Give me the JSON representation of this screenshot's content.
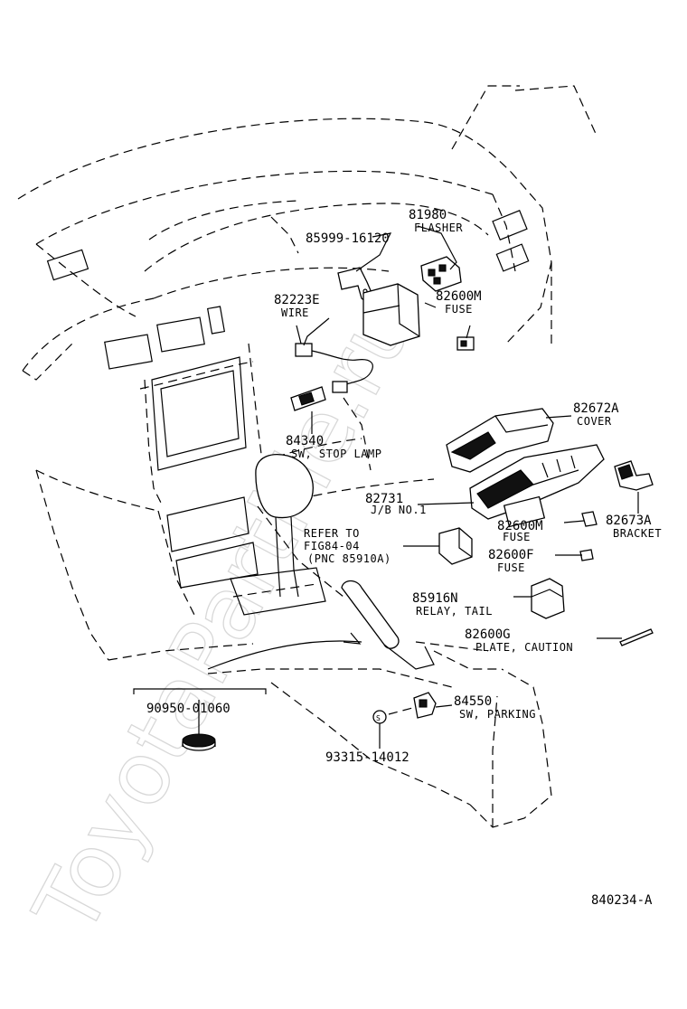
{
  "diagram_code": "840234-A",
  "watermark": "ToyotaPartMe.ru",
  "parts": {
    "flasher": {
      "number": "81980",
      "name": "FLASHER"
    },
    "bracket_a": {
      "number": "85999-16120",
      "name": ""
    },
    "wire": {
      "number": "82223E",
      "name": "WIRE"
    },
    "fuse_m1": {
      "number": "82600M",
      "name": "FUSE"
    },
    "stop_sw": {
      "number": "84340",
      "name": "SW, STOP LAMP"
    },
    "cover": {
      "number": "82672A",
      "name": "COVER"
    },
    "jb": {
      "number": "82731",
      "name": "J/B NO.1"
    },
    "bracket": {
      "number": "82673A",
      "name": "BRACKET"
    },
    "fuse_m2": {
      "number": "82600M",
      "name": "FUSE"
    },
    "fuse_f": {
      "number": "82600F",
      "name": "FUSE"
    },
    "relay": {
      "number": "85916N",
      "name": "RELAY, TAIL"
    },
    "plate": {
      "number": "82600G",
      "name": "PLATE, CAUTION"
    },
    "plug": {
      "number": "90950-01060",
      "name": ""
    },
    "park_sw": {
      "number": "84550",
      "name": "SW, PARKING"
    },
    "screw": {
      "number": "93315-14012",
      "name": ""
    }
  },
  "refer": {
    "line1": "REFER TO",
    "line2": "FIG84-04",
    "line3": "(PNC 85910A)"
  }
}
